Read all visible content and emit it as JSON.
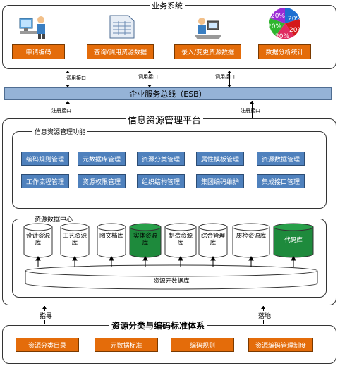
{
  "business_system": {
    "title": "业务系统",
    "buttons": [
      "申请编码",
      "查询/调用资源数据",
      "录入/变更资源数据",
      "数据分析统计"
    ],
    "pie_labels": [
      "20%",
      "20%",
      "20%",
      "20%",
      "20%"
    ]
  },
  "interface_labels": {
    "call": "调用接口",
    "register": "注册接口"
  },
  "esb": {
    "label": "企业服务总线（ESB）"
  },
  "platform": {
    "title": "信息资源管理平台",
    "functions_title": "信息资源管理功能",
    "functions": [
      [
        "编码规则管理",
        "元数据库管理",
        "资源分类管理",
        "属性模板管理",
        "资源数据管理"
      ],
      [
        "工作流程管理",
        "资源权限管理",
        "组织结构管理",
        "集团编码维护",
        "集成接口管理"
      ]
    ],
    "data_center_title": "资源数据中心",
    "libraries": [
      "设计资源库",
      "工艺资源库",
      "图文档库",
      "实体资源库",
      "制造资源库",
      "综合管理库",
      "质检资源库",
      "代码库"
    ],
    "metadata_db": "资源元数据库"
  },
  "bottom_links": {
    "guide": "指导",
    "land": "落地"
  },
  "standards": {
    "title": "资源分类与编码标准体系",
    "buttons": [
      "资源分类目录",
      "元数据标准",
      "编码规则",
      "资源编码管理制度"
    ]
  },
  "colors": {
    "orange": "#e46c0a",
    "blue": "#4f81bd",
    "esb": "#95b3d7",
    "green": "#1e8a3c"
  }
}
